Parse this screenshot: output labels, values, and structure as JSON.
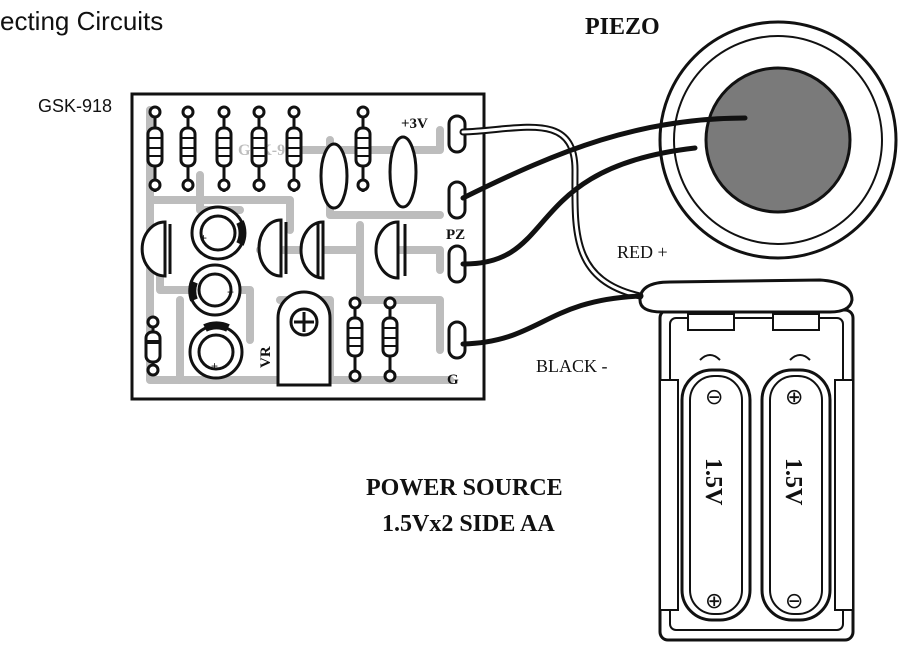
{
  "header": {
    "title": "ecting Circuits"
  },
  "board": {
    "model": "GSK-918",
    "silkscreen": "GSK-918",
    "pins": {
      "plus3v": "+3V",
      "pz": "PZ",
      "g": "G"
    },
    "vr": "VR"
  },
  "piezo": {
    "label": "PIEZO"
  },
  "wires": {
    "red": "RED +",
    "black": "BLACK -"
  },
  "battery": {
    "title_line1": "POWER SOURCE",
    "title_line2": "1.5Vx2 SIDE AA",
    "cell_left": "1.5V",
    "cell_right": "1.5V",
    "minus_symbol": "⊖",
    "plus_symbol": "⊕"
  },
  "colors": {
    "ink": "#1a1a1a",
    "board_fill": "#ffffff",
    "trace": "#bdbdbd",
    "piezo_disk": "#7a7a7a"
  }
}
